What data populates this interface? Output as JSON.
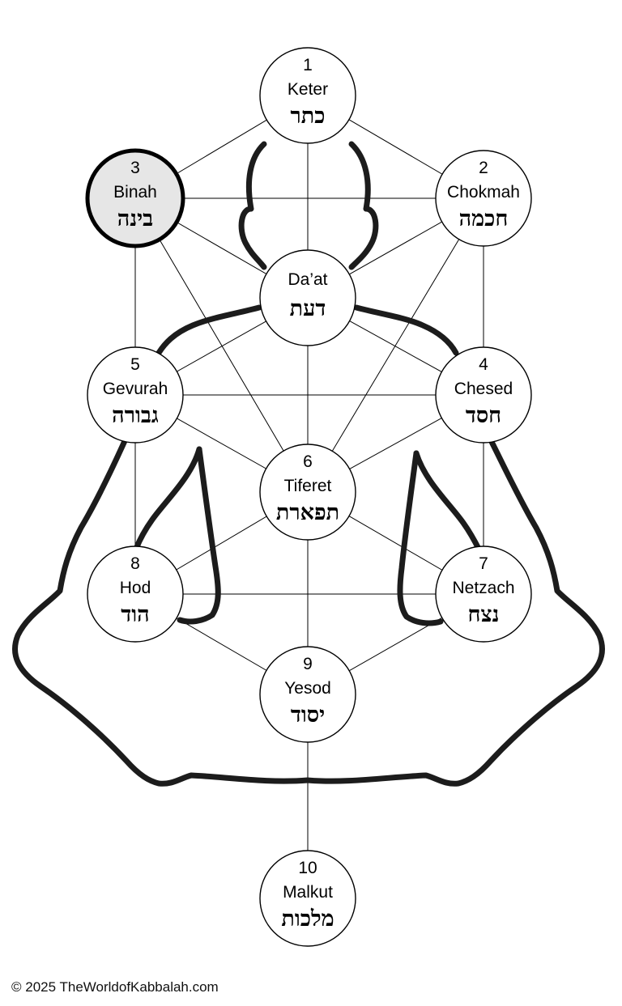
{
  "sephirot": [
    {
      "id": "keter",
      "number": "1",
      "name": "Keter",
      "hebrew": "כתר"
    },
    {
      "id": "chokmah",
      "number": "2",
      "name": "Chokmah",
      "hebrew": "חכמה"
    },
    {
      "id": "binah",
      "number": "3",
      "name": "Binah",
      "hebrew": "בינה",
      "highlighted": true
    },
    {
      "id": "daat",
      "number": "",
      "name": "Da’at",
      "hebrew": "דעת"
    },
    {
      "id": "chesed",
      "number": "4",
      "name": "Chesed",
      "hebrew": "חסד"
    },
    {
      "id": "gevurah",
      "number": "5",
      "name": "Gevurah",
      "hebrew": "גבורה"
    },
    {
      "id": "tiferet",
      "number": "6",
      "name": "Tiferet",
      "hebrew": "תפארת"
    },
    {
      "id": "netzach",
      "number": "7",
      "name": "Netzach",
      "hebrew": "נצח"
    },
    {
      "id": "hod",
      "number": "8",
      "name": "Hod",
      "hebrew": "הוד"
    },
    {
      "id": "yesod",
      "number": "9",
      "name": "Yesod",
      "hebrew": "יסוד"
    },
    {
      "id": "malkut",
      "number": "10",
      "name": "Malkut",
      "hebrew": "מלכות"
    }
  ],
  "paths": [
    [
      "keter",
      "chokmah"
    ],
    [
      "keter",
      "binah"
    ],
    [
      "keter",
      "daat"
    ],
    [
      "binah",
      "chokmah"
    ],
    [
      "binah",
      "daat"
    ],
    [
      "binah",
      "gevurah"
    ],
    [
      "binah",
      "tiferet"
    ],
    [
      "chokmah",
      "daat"
    ],
    [
      "chokmah",
      "chesed"
    ],
    [
      "chokmah",
      "tiferet"
    ],
    [
      "daat",
      "gevurah"
    ],
    [
      "daat",
      "chesed"
    ],
    [
      "daat",
      "tiferet"
    ],
    [
      "gevurah",
      "chesed"
    ],
    [
      "gevurah",
      "tiferet"
    ],
    [
      "gevurah",
      "hod"
    ],
    [
      "chesed",
      "tiferet"
    ],
    [
      "chesed",
      "netzach"
    ],
    [
      "tiferet",
      "hod"
    ],
    [
      "tiferet",
      "netzach"
    ],
    [
      "tiferet",
      "yesod"
    ],
    [
      "hod",
      "netzach"
    ],
    [
      "hod",
      "yesod"
    ],
    [
      "netzach",
      "yesod"
    ],
    [
      "yesod",
      "malkut"
    ]
  ],
  "colors": {
    "highlight_fill": "#e6e6e6",
    "line": "#000000",
    "silhouette": "#1c1c1c"
  },
  "footer": {
    "copyright": "© 2025 TheWorldofKabbalah.com"
  }
}
